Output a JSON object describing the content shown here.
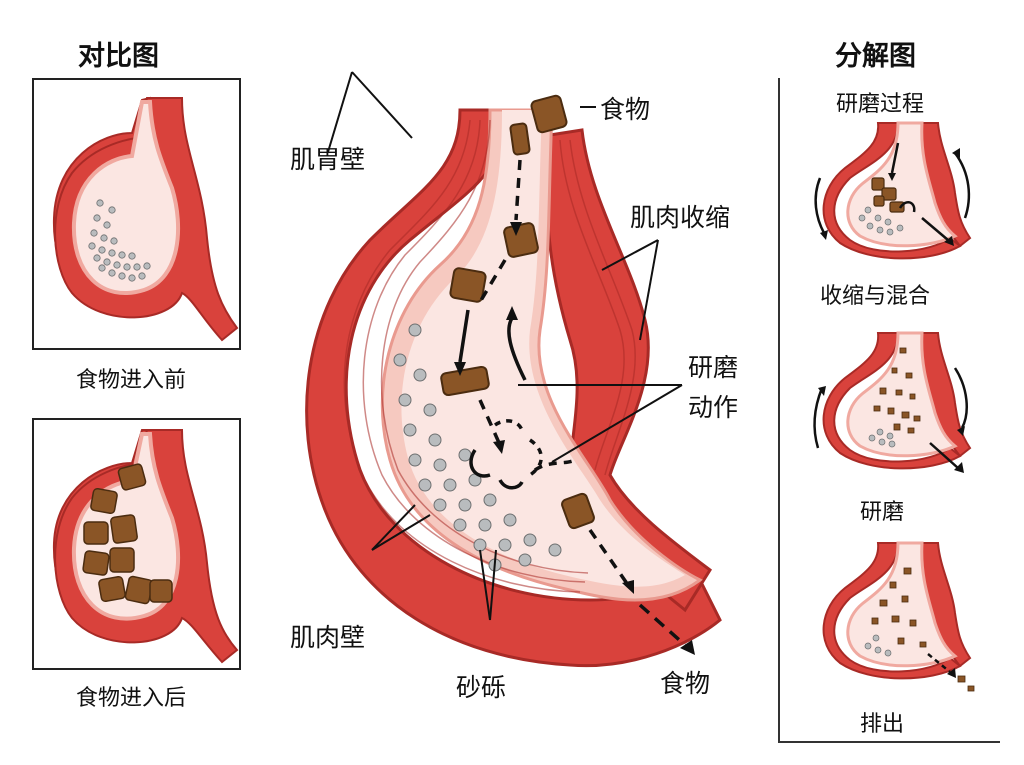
{
  "left_panel": {
    "title": "对比图",
    "before_caption": "食物进入前",
    "after_caption": "食物进入后"
  },
  "main_diagram": {
    "label_wall": "肌胃壁",
    "label_contraction": "肌肉收缩",
    "label_grinding_line1": "研磨",
    "label_grinding_line2": "动作",
    "label_muscle_wall": "肌肉壁",
    "label_grit": "砂砾",
    "label_food_in": "食物",
    "label_food_out": "食物"
  },
  "right_panel": {
    "title": "分解图",
    "step1_title": "研磨过程",
    "step1_caption": "收缩与混合",
    "step2_caption": "研磨",
    "step3_caption": "排出"
  },
  "colors": {
    "muscle": "#d9423c",
    "muscle_dark": "#a82a26",
    "lining": "#f6c9c0",
    "cavity": "#fbe6e2",
    "food": "#8a5526",
    "grit": "#b9bcbe"
  }
}
